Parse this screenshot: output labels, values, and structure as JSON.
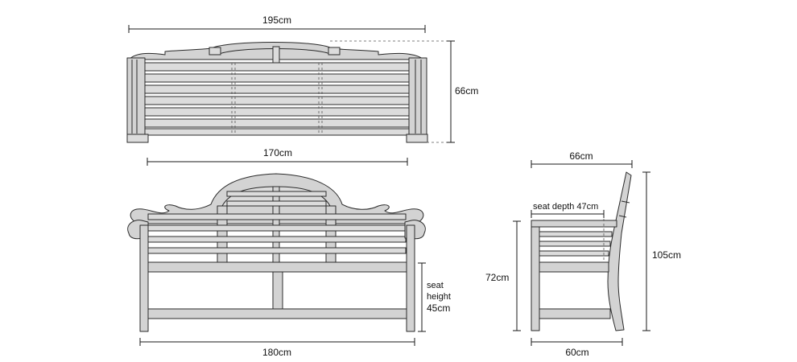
{
  "top_view": {
    "width_label": "195cm",
    "depth_label": "66cm"
  },
  "front_view": {
    "inner_width_label": "170cm",
    "overall_width_label": "180cm",
    "seat_height_line1": "seat",
    "seat_height_line2": "height",
    "seat_height_value": "45cm"
  },
  "side_view": {
    "depth_label": "66cm",
    "seat_depth_label": "seat depth 47cm",
    "arm_height_label": "72cm",
    "total_height_label": "105cm",
    "base_depth_label": "60cm"
  }
}
